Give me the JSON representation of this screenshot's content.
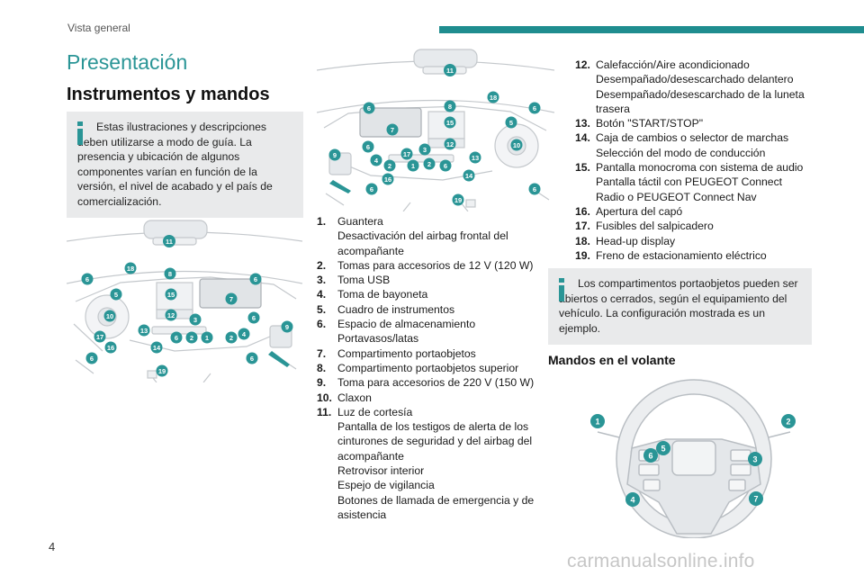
{
  "header": {
    "section": "Vista general",
    "accent_color": "#1f8d8f"
  },
  "page": {
    "title": "Presentación",
    "subtitle": "Instrumentos y mandos",
    "number": "4"
  },
  "notes": [
    {
      "text": "Estas ilustraciones y descripciones deben utilizarse a modo de guía. La presencia y ubicación de algunos componentes varían en función de la versión, el nivel de acabado y el país de comercialización."
    },
    {
      "text": "Los compartimentos portaobjetos pueden ser abiertos o cerrados, según el equipamiento del vehículo. La configuración mostrada es un ejemplo."
    }
  ],
  "diagram_rhd": {
    "callouts": [
      "11",
      "18",
      "8",
      "6",
      "6",
      "5",
      "15",
      "7",
      "10",
      "12",
      "3",
      "6",
      "9",
      "17",
      "13",
      "6",
      "2",
      "1",
      "2",
      "4",
      "16",
      "14",
      "6",
      "19",
      "6"
    ]
  },
  "diagram_lhd": {
    "callouts": [
      "11",
      "18",
      "8",
      "6",
      "15",
      "5",
      "6",
      "7",
      "3",
      "12",
      "10",
      "9",
      "6",
      "17",
      "4",
      "2",
      "1",
      "2",
      "6",
      "13",
      "16",
      "14",
      "6",
      "19",
      "6"
    ]
  },
  "diagram_wheel": {
    "callouts": [
      "1",
      "2",
      "5",
      "6",
      "3",
      "4",
      "7"
    ]
  },
  "legend_left": [
    {
      "num": "1.",
      "lines": [
        "Guantera",
        "Desactivación del airbag frontal del acompañante"
      ]
    },
    {
      "num": "2.",
      "lines": [
        "Tomas para accesorios de 12 V (120 W)"
      ]
    },
    {
      "num": "3.",
      "lines": [
        "Toma USB"
      ]
    },
    {
      "num": "4.",
      "lines": [
        "Toma de bayoneta"
      ]
    },
    {
      "num": "5.",
      "lines": [
        "Cuadro de instrumentos"
      ]
    },
    {
      "num": "6.",
      "lines": [
        "Espacio de almacenamiento",
        "Portavasos/latas"
      ]
    },
    {
      "num": "7.",
      "lines": [
        "Compartimento portaobjetos"
      ]
    },
    {
      "num": "8.",
      "lines": [
        "Compartimento portaobjetos superior"
      ]
    },
    {
      "num": "9.",
      "lines": [
        "Toma para accesorios de 220 V (150 W)"
      ]
    },
    {
      "num": "10.",
      "lines": [
        "Claxon"
      ]
    },
    {
      "num": "11.",
      "lines": [
        "Luz de cortesía",
        "Pantalla de los testigos de alerta de los cinturones de seguridad y del airbag del acompañante",
        "Retrovisor interior",
        "Espejo de vigilancia",
        "Botones de llamada de emergencia y de asistencia"
      ]
    }
  ],
  "legend_right": [
    {
      "num": "12.",
      "lines": [
        "Calefacción/Aire acondicionado",
        "Desempañado/desescarchado delantero",
        "Desempañado/desescarchado de la luneta trasera"
      ]
    },
    {
      "num": "13.",
      "lines": [
        "Botón \"START/STOP\""
      ]
    },
    {
      "num": "14.",
      "lines": [
        "Caja de cambios o selector de marchas",
        "Selección del modo de conducción"
      ]
    },
    {
      "num": "15.",
      "lines": [
        "Pantalla monocroma con sistema de audio",
        "Pantalla táctil con PEUGEOT Connect Radio o PEUGEOT Connect Nav"
      ]
    },
    {
      "num": "16.",
      "lines": [
        "Apertura del capó"
      ]
    },
    {
      "num": "17.",
      "lines": [
        "Fusibles del salpicadero"
      ]
    },
    {
      "num": "18.",
      "lines": [
        "Head-up display"
      ]
    },
    {
      "num": "19.",
      "lines": [
        "Freno de estacionamiento eléctrico"
      ]
    }
  ],
  "wheel_section": {
    "title": "Mandos en el volante"
  },
  "watermark": "carmanualsonline.info"
}
